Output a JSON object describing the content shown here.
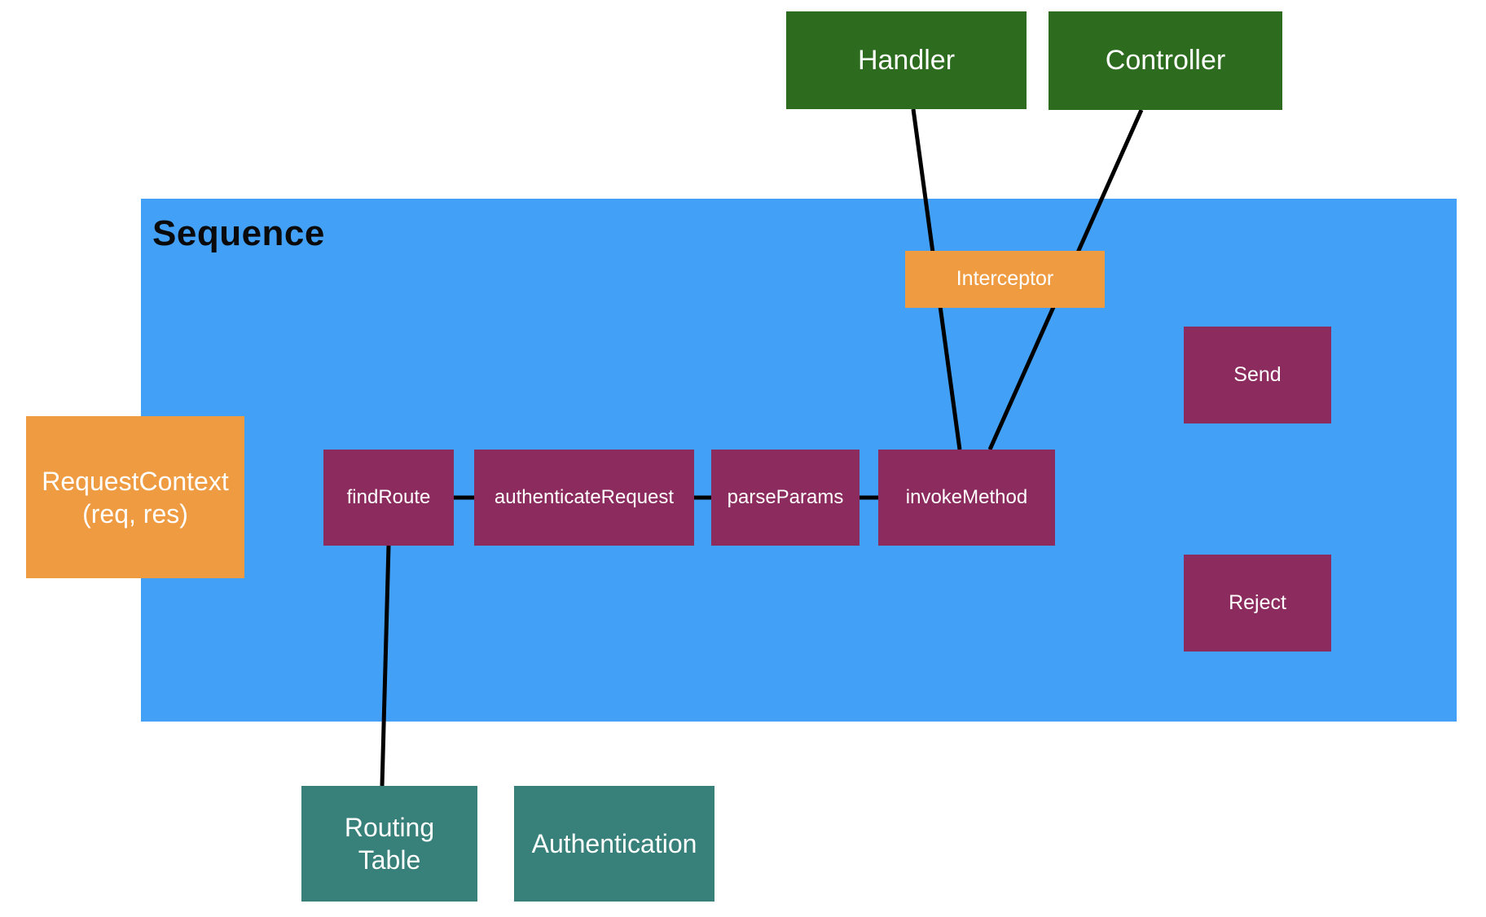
{
  "diagram": {
    "container_title": "Sequence",
    "colors": {
      "green": "#2D6B1E",
      "blue": "#42A1F6",
      "orange": "#EF9B41",
      "maroon": "#8C2B5D",
      "teal": "#38807A",
      "line": "#000000"
    },
    "nodes": {
      "handler": {
        "label": "Handler"
      },
      "controller": {
        "label": "Controller"
      },
      "interceptor": {
        "label": "Interceptor"
      },
      "request_context": {
        "label": "RequestContext",
        "sublabel": "(req, res)"
      },
      "find_route": {
        "label": "findRoute"
      },
      "authenticate_request": {
        "label": "authenticateRequest"
      },
      "parse_params": {
        "label": "parseParams"
      },
      "invoke_method": {
        "label": "invokeMethod"
      },
      "send": {
        "label": "Send"
      },
      "reject": {
        "label": "Reject"
      },
      "routing_table": {
        "label": "Routing Table"
      },
      "authentication": {
        "label": "Authentication"
      }
    },
    "edges": [
      {
        "id": "handler-to-invokeMethod",
        "from": "Handler",
        "to": "invokeMethod"
      },
      {
        "id": "controller-to-invokeMethod",
        "from": "Controller",
        "to": "invokeMethod"
      },
      {
        "id": "findRoute-to-routingTable",
        "from": "findRoute",
        "to": "Routing Table"
      },
      {
        "id": "findRoute-to-authenticateRequest",
        "from": "findRoute",
        "to": "authenticateRequest"
      },
      {
        "id": "authenticateRequest-to-parseParams",
        "from": "authenticateRequest",
        "to": "parseParams"
      },
      {
        "id": "parseParams-to-invokeMethod",
        "from": "parseParams",
        "to": "invokeMethod"
      }
    ]
  }
}
